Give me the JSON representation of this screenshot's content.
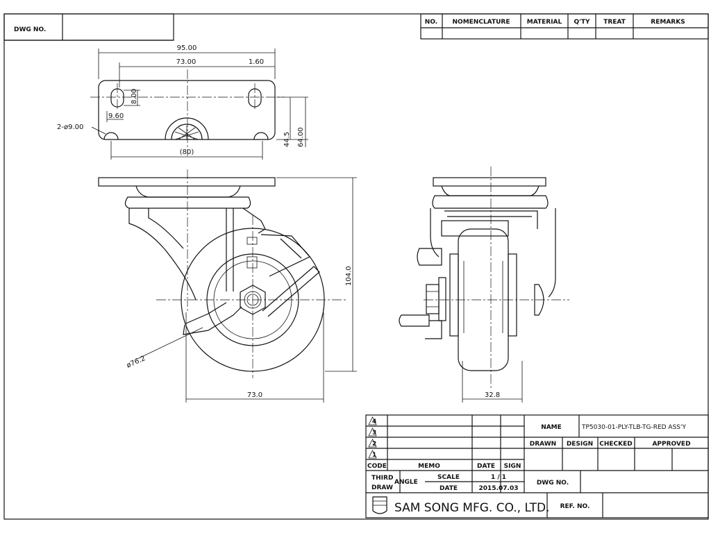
{
  "header": {
    "dwg_no_label": "DWG NO.",
    "bom_columns": [
      "NO.",
      "NOMENCLATURE",
      "MATERIAL",
      "Q'TY",
      "TREAT",
      "REMARKS"
    ]
  },
  "dimensions": {
    "top_width": "95.00",
    "hole_spacing": "73.00",
    "slot_small": "1.60",
    "slot_len": "8.00",
    "slot_offset": "9.60",
    "holes": "2-ø9.00",
    "inner_width": "(80)",
    "depth_inner": "44.5",
    "depth_outer": "64.00",
    "height": "104.0",
    "wheel_dia": "ø76.2",
    "side_width": "73.0",
    "wheel_width": "32.8"
  },
  "title_block": {
    "revisions": [
      "4",
      "3",
      "2",
      "1"
    ],
    "code_label": "CODE",
    "memo_label": "MEMO",
    "date_label": "DATE",
    "sign_label": "SIGN",
    "third_label": "THIRD",
    "angle_label": "ANGLE",
    "draw_label": "DRAW",
    "scale_label": "SCALE",
    "scale_value": "1  /  1",
    "date_row_label": "DATE",
    "date_value": "2015.07.03",
    "company": "SAM SONG MFG. CO., LTD.",
    "name_label": "NAME",
    "name_value": "TP5030-01-PLY-TLB-TG-RED ASS'Y",
    "drawn_label": "DRAWN",
    "design_label": "DESIGN",
    "checked_label": "CHECKED",
    "approved_label": "APPROVED",
    "dwg_no_label": "DWG NO.",
    "ref_no_label": "REF. NO."
  }
}
